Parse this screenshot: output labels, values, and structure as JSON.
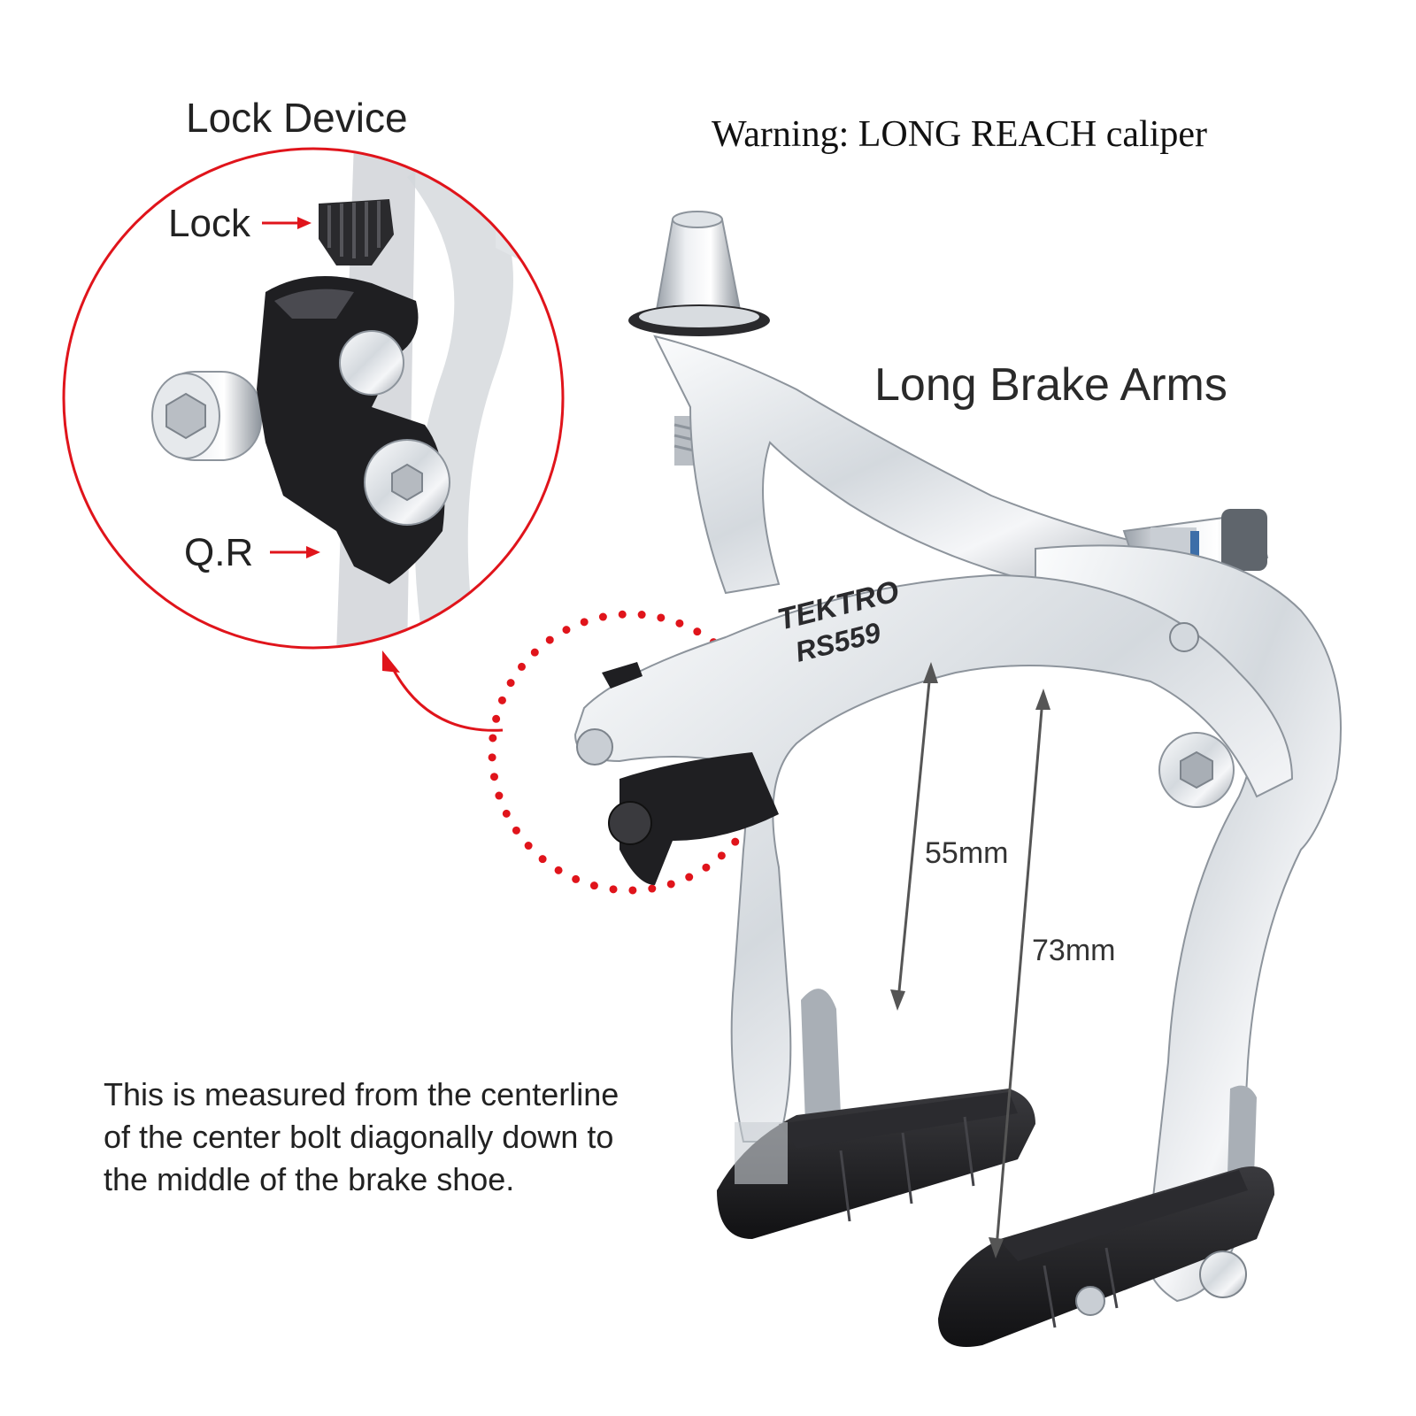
{
  "labels": {
    "lock_device": "Lock Device",
    "warning": "Warning: LONG REACH caliper",
    "long_arms": "Long Brake Arms",
    "lock": "Lock",
    "qr": "Q.R",
    "dim_short": "55mm",
    "dim_long": "73mm"
  },
  "brand": {
    "logo": "TEKTRO",
    "model": "RS559"
  },
  "note_lines": [
    "This is measured from the centerline",
    "of the center bolt diagonally down to",
    "the middle of the brake shoe."
  ],
  "colors": {
    "accent_red": "#e0141b",
    "metal_light": "#f2f4f6",
    "metal_mid": "#c9ced4",
    "metal_dark": "#8c939b",
    "pad_black": "#1d1d1f"
  }
}
